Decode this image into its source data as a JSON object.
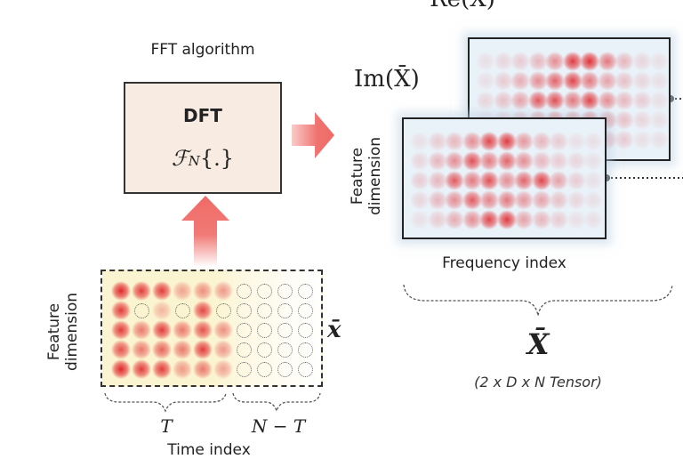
{
  "fft_label": "FFT algorithm",
  "dft": {
    "title": "DFT",
    "formula_symbol": "ℱ",
    "formula_sub": "N",
    "formula_rest": "{.}"
  },
  "input": {
    "feature_label": "Feature dimension",
    "symbol": "x̄",
    "T_label": "T",
    "N_minus_T_label": "N − T",
    "time_label": "Time index",
    "rows": 5,
    "filled_cols": 6,
    "empty_cols": 4,
    "intensity": [
      [
        1.0,
        0.9,
        0.9,
        0.4,
        0.5,
        0.45
      ],
      [
        0.9,
        0.0,
        0.3,
        0.0,
        0.85,
        0.0
      ],
      [
        0.9,
        0.6,
        0.9,
        0.6,
        0.8,
        0.5
      ],
      [
        0.8,
        0.6,
        0.7,
        0.6,
        0.9,
        0.45
      ],
      [
        1.0,
        0.9,
        0.9,
        0.45,
        0.6,
        0.4
      ]
    ]
  },
  "output": {
    "re_label": "Re(X̄)",
    "im_label": "Im(X̄)",
    "feature_label": "Feature dimension",
    "freq_label": "Frequency index",
    "symbol": "X̄",
    "tensor_label": "(2 x D x N Tensor)",
    "re_intensity": [
      [
        0.1,
        0.15,
        0.2,
        0.3,
        0.5,
        0.9,
        0.95,
        0.6,
        0.3,
        0.15,
        0.1
      ],
      [
        0.1,
        0.2,
        0.35,
        0.5,
        0.7,
        0.85,
        0.6,
        0.4,
        0.25,
        0.15,
        0.1
      ],
      [
        0.15,
        0.25,
        0.4,
        0.75,
        0.8,
        0.6,
        0.85,
        0.5,
        0.3,
        0.2,
        0.1
      ],
      [
        0.1,
        0.2,
        0.3,
        0.5,
        0.6,
        0.5,
        0.6,
        0.4,
        0.25,
        0.15,
        0.1
      ],
      [
        0.1,
        0.15,
        0.25,
        0.35,
        0.45,
        0.4,
        0.4,
        0.3,
        0.2,
        0.1,
        0.1
      ]
    ],
    "im_intensity": [
      [
        0.1,
        0.2,
        0.3,
        0.5,
        0.85,
        0.9,
        0.45,
        0.3,
        0.2,
        0.1,
        0.1
      ],
      [
        0.15,
        0.3,
        0.5,
        0.8,
        0.6,
        0.7,
        0.5,
        0.3,
        0.2,
        0.15,
        0.1
      ],
      [
        0.2,
        0.3,
        0.75,
        0.6,
        0.8,
        0.5,
        0.7,
        0.85,
        0.4,
        0.2,
        0.1
      ],
      [
        0.15,
        0.3,
        0.5,
        0.75,
        0.55,
        0.6,
        0.45,
        0.4,
        0.25,
        0.15,
        0.1
      ],
      [
        0.1,
        0.2,
        0.35,
        0.5,
        0.85,
        0.9,
        0.4,
        0.3,
        0.2,
        0.1,
        0.1
      ]
    ]
  },
  "colors": {
    "dot": "#e0262b",
    "arrow": "#ef6b67",
    "panel_bg": "#eaf2f9",
    "dft_bg": "#f8ebe1",
    "input_bg": "#fbf4d0"
  }
}
